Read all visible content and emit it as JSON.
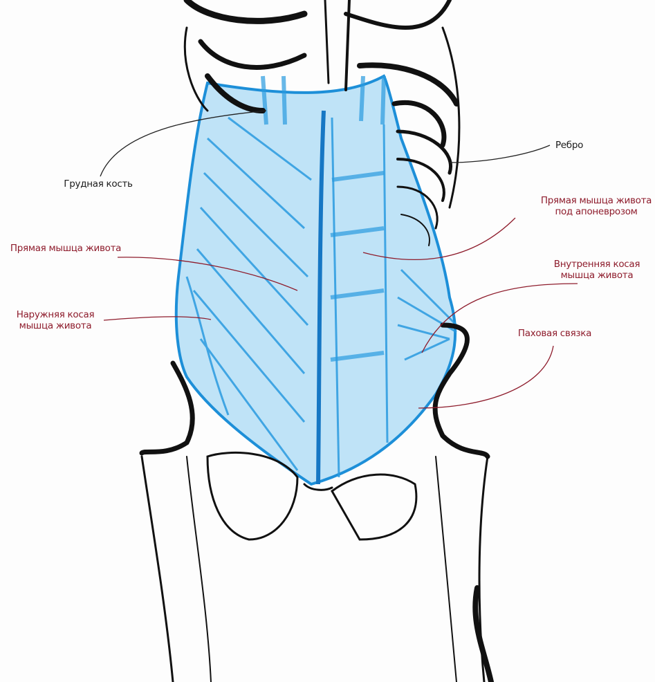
{
  "labels": {
    "sternum": "Грудная кость",
    "rib": "Ребро",
    "rectus_under_aponeurosis_1": "Прямая мышца живота",
    "rectus_under_aponeurosis_2": "под апоневрозом",
    "rectus": "Прямая мышца живота",
    "internal_oblique_1": "Внутренняя косая",
    "internal_oblique_2": "мышца живота",
    "external_oblique_1": "Наружняя косая",
    "external_oblique_2": "мышца живота",
    "inguinal_ligament": "Паховая связка"
  },
  "colors": {
    "muscle": "#2a9be0",
    "muscle_light": "#bfe3f7",
    "bone": "#111111",
    "label_red": "#8e1c2c"
  }
}
